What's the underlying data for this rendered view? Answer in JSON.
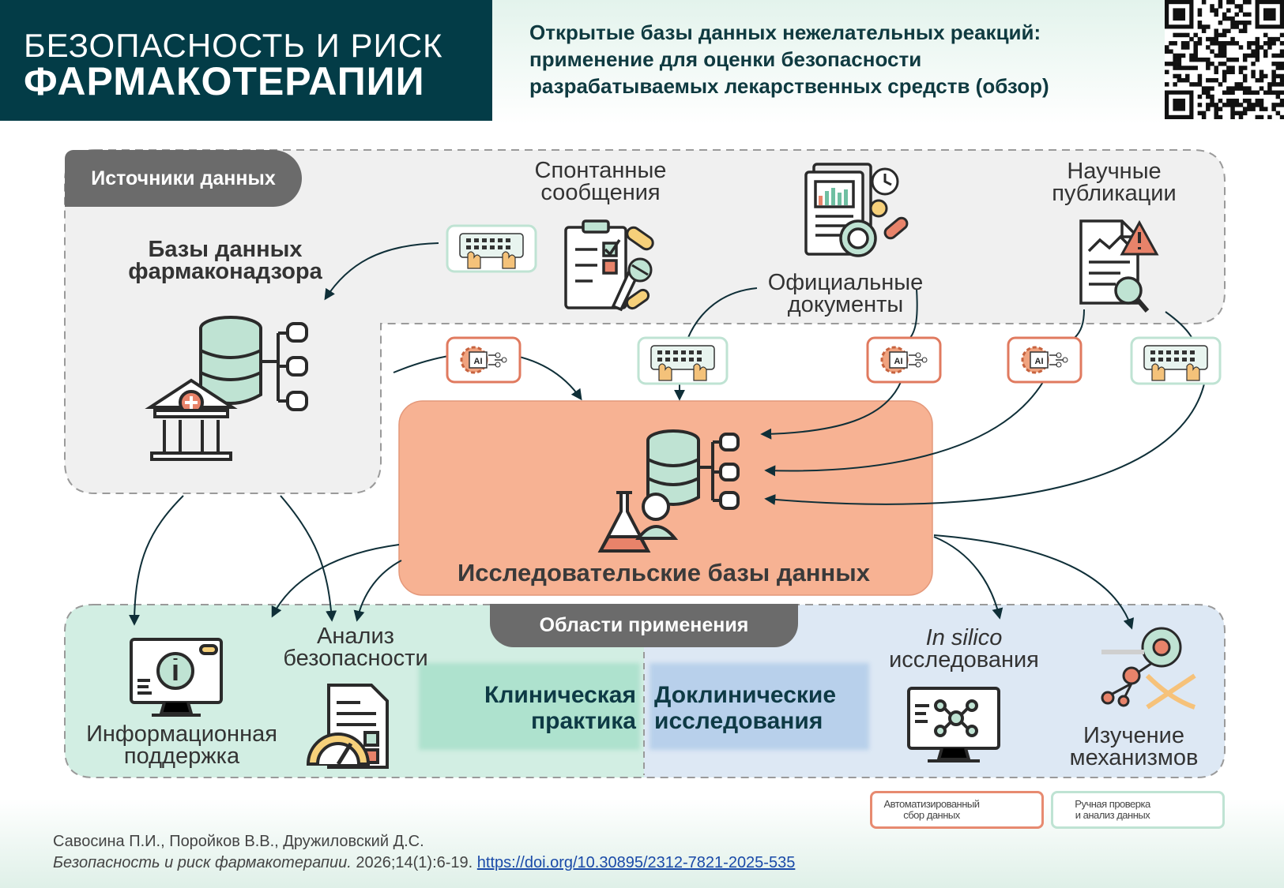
{
  "header": {
    "journal_name_line1": "БЕЗОПАСНОСТЬ И РИСК",
    "journal_name_line2": "ФАРМАКОТЕРАПИИ",
    "article_title_lines": [
      "Открытые базы данных нежелательных реакций:",
      "применение для оценки безопасности",
      "разрабатываемых лекарственных средств (обзор)"
    ]
  },
  "sources": {
    "tag": "Источники данных",
    "pharmacovigilance_db_lines": [
      "Базы данных",
      "фармаконадзора"
    ],
    "spontaneous_reports_lines": [
      "Спонтанные",
      "сообщения"
    ],
    "official_documents_lines": [
      "Официальные",
      "документы"
    ],
    "scientific_publications_lines": [
      "Научные",
      "публикации"
    ]
  },
  "research_db": {
    "title": "Исследовательские базы данных"
  },
  "applications": {
    "tag": "Области применения",
    "info_support_lines": [
      "Информационная",
      "поддержка"
    ],
    "safety_analysis_lines": [
      "Анализ",
      "безопасности"
    ],
    "clinical_practice_lines": [
      "Клиническая",
      "практика"
    ],
    "preclinical_research_lines": [
      "Доклинические",
      "исследования"
    ],
    "in_silico_prefix": "In silico",
    "in_silico_suffix": "исследования",
    "mechanisms_lines": [
      "Изучение",
      "механизмов"
    ]
  },
  "badges": {
    "ai_text": "AI"
  },
  "legend": {
    "automated_lines": [
      "Автоматизированный",
      "сбор данных"
    ],
    "manual_lines": [
      "Ручная проверка",
      "и анализ данных"
    ]
  },
  "citation": {
    "authors": "Савосина П.И., Поройков В.В., Дружиловский Д.С.",
    "journal": "Безопасность и риск фармакотерапии.",
    "volume": "2026;14(1):6-19.",
    "doi": "https://doi.org/10.30895/2312-7821-2025-535"
  },
  "colors": {
    "header_dark": "#033c47",
    "research_box": "#f7b293",
    "ai_badge_border": "#e07a5f",
    "manual_badge_border": "#bfe3d3",
    "clinical_zone": "#d2eee3",
    "preclinical_zone": "#dde8f4",
    "sources_zone": "#f0f0f0"
  },
  "icons": [
    "qr-code",
    "database-icon",
    "hospital-icon",
    "keyboard-hands-icon",
    "checklist-icon",
    "pills-icon",
    "chart-document-icon",
    "clock-icon",
    "search-document-icon",
    "warning-icon",
    "ai-gear-icon",
    "lab-flask-icon",
    "monitor-info-icon",
    "gauge-icon",
    "monitor-molecule-icon",
    "dna-icon"
  ]
}
